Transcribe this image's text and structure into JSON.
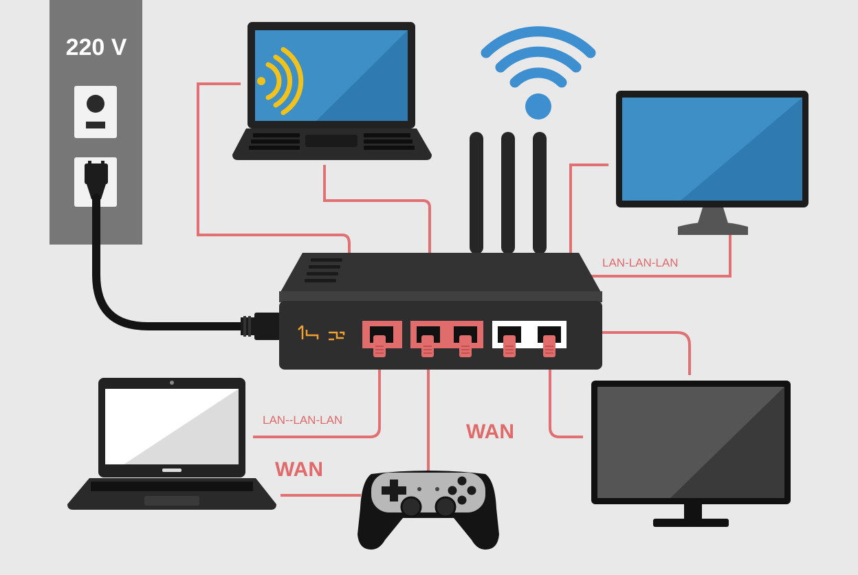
{
  "wall": {
    "voltage_label": "220 V",
    "outlet_icon": "power-outlet-icon",
    "plug_icon": "power-plug-icon"
  },
  "labels": {
    "lan_top_right": "LAN-LAN-LAN",
    "lan_bottom_left": "LAN--LAN-LAN",
    "wan_center": "WAN",
    "wan_bottom_left": "WAN"
  },
  "router": {
    "indicator_icons": [
      "wan-port-status-icon",
      "lan-port-status-icon"
    ],
    "wifi_icon": "wifi-signal-icon"
  },
  "devices": [
    "wireless-laptop",
    "desktop-monitor",
    "wired-laptop",
    "television",
    "game-controller"
  ],
  "colors": {
    "background": "#e9e9ea",
    "cable": "#e07072",
    "port_red": "#e06c6c",
    "screen_blue": "#3d8fc6",
    "wifi_blue": "#3e8fd0",
    "wifi_yellow": "#f2c21a",
    "router_body": "#2e2e2e",
    "label_red": "#e06a6a",
    "wall_grey": "#777777"
  }
}
